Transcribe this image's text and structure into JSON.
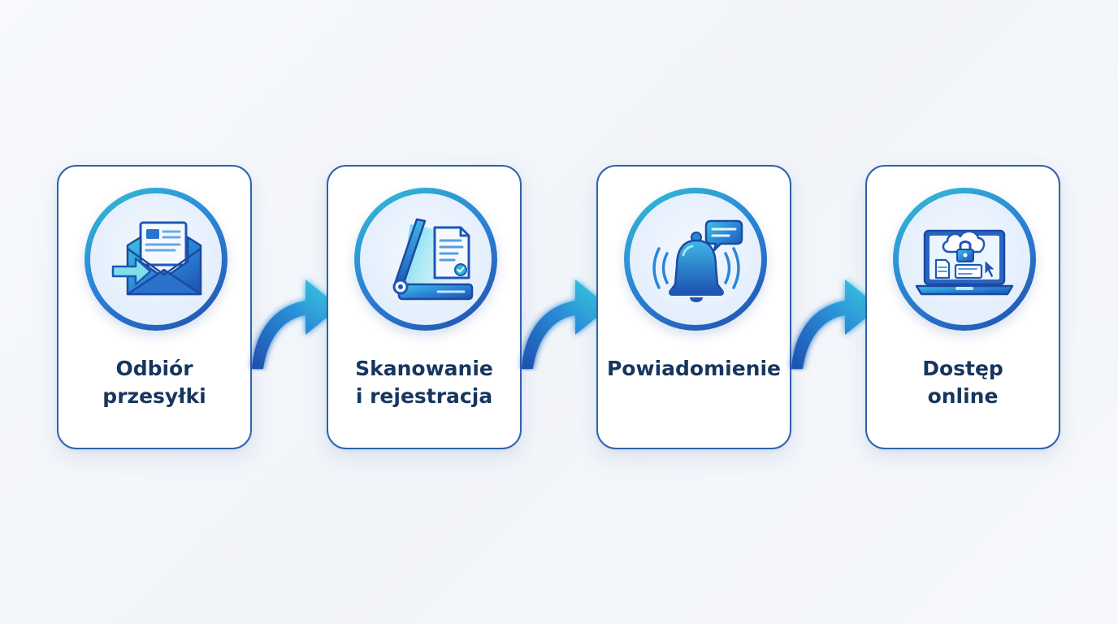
{
  "steps": [
    {
      "icon": "envelope-icon",
      "line1": "Odbiór",
      "line2": "przesyłki"
    },
    {
      "icon": "scanner-icon",
      "line1": "Skanowanie",
      "line2": "i rejestracja"
    },
    {
      "icon": "bell-notification-icon",
      "line1": "Powiadomienie",
      "line2": ""
    },
    {
      "icon": "laptop-cloud-lock-icon",
      "line1": "Dostęp",
      "line2": "online"
    }
  ],
  "colors": {
    "border": "#2f63ad",
    "text": "#16365f",
    "accent_teal": "#33c3d3",
    "accent_blue": "#2b86d6",
    "accent_dark": "#214fb0"
  }
}
